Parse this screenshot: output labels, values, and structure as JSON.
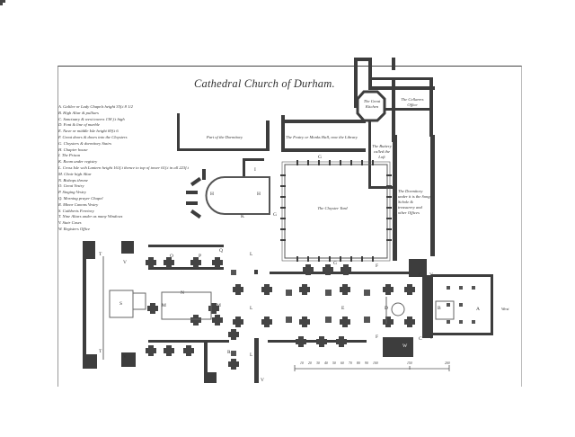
{
  "title": "Cathedral Church of Durham.",
  "legend": [
    "A. Galilee or Lady Chapels height 35f.t 8 1/2",
    "B. High Altar & pulliars",
    "C. Sanctuary & west towers 138 f.t high",
    "D. Font & line of marble",
    "E. Nave or middle Isle height 69f.t 6",
    "F. Great doors & doors into the Cloysters",
    "G. Cloysters & dormitory Stairs",
    "H. Chapter house",
    "I. The Prison",
    "K. Room under registry",
    "L. Cross Isle w.th Lantern height 161f.t thence to top of tower 61f.t in all 223f.t",
    "M. Choir high Altar",
    "N. Bishops throne",
    "O. Great Vestry",
    "P. Singing Vestry",
    "Q. Morning prayer Chapel",
    "R. Minor Canons Vestry",
    "S. Cuthberts Feretory",
    "T. Nine Altars under as many Windows",
    "V. Stair Cases",
    "W. Registers Office"
  ],
  "rooms": {
    "great_kitchen": "The Great Kitchen",
    "cellarers_office": "The Cellarers Office",
    "buttery": "The Buttery called the Loft",
    "fratry": "The Fratry or Monks Hall, now the Library",
    "dormitory_part": "Part of the Dormitory",
    "dormitory": "The Dormitory under it is the Song Schole & treasurery and other Offices",
    "cloister_yard": "The Cloyster Yard"
  },
  "letters": {
    "A": "A",
    "B": "B",
    "C": "C",
    "D": "D",
    "E": "E",
    "F": "F",
    "G": "G",
    "H": "H",
    "I": "I",
    "K": "K",
    "L": "L",
    "M": "M",
    "N": "N",
    "O": "O",
    "P": "P",
    "Q": "Q",
    "R": "R",
    "S": "S",
    "T": "T",
    "V": "V",
    "W": "W"
  },
  "compass": {
    "west": "West"
  },
  "scale": {
    "ticks": [
      "10",
      "20",
      "30",
      "40",
      "50",
      "60",
      "70",
      "80",
      "90",
      "100",
      "150",
      "200"
    ]
  }
}
